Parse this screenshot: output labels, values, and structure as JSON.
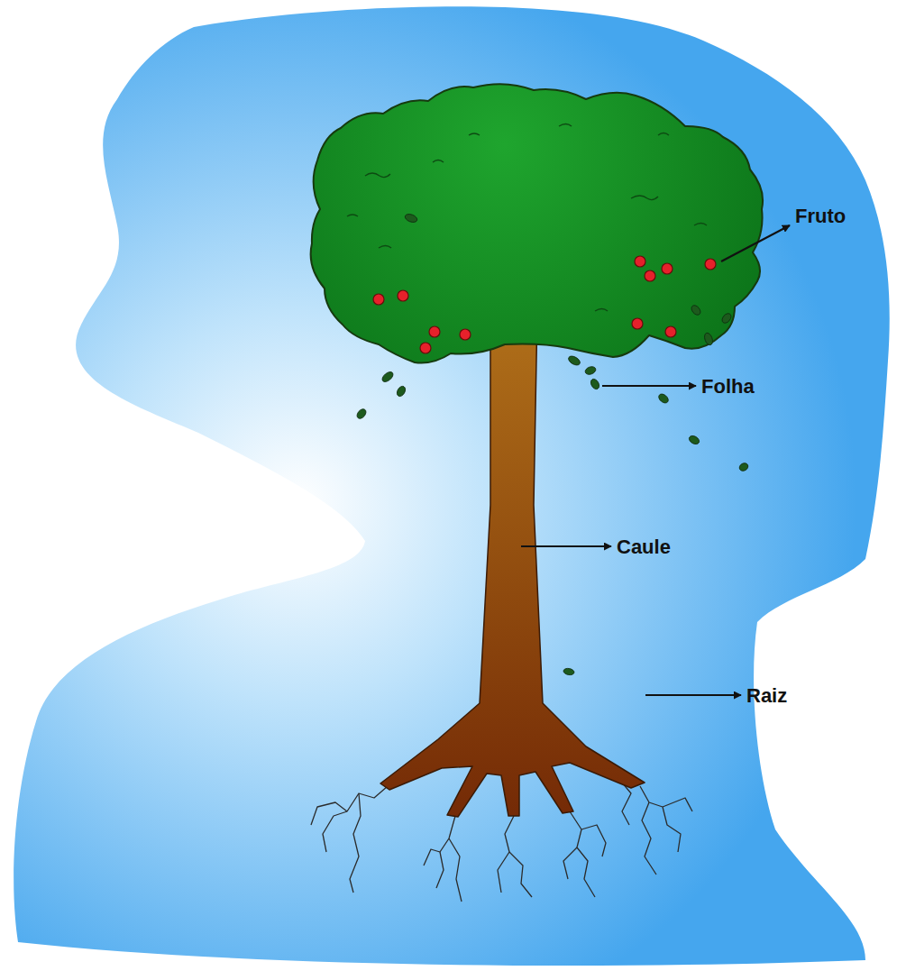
{
  "diagram": {
    "labels": [
      "Fruto",
      "Folha",
      "Caule",
      "Raiz"
    ]
  }
}
